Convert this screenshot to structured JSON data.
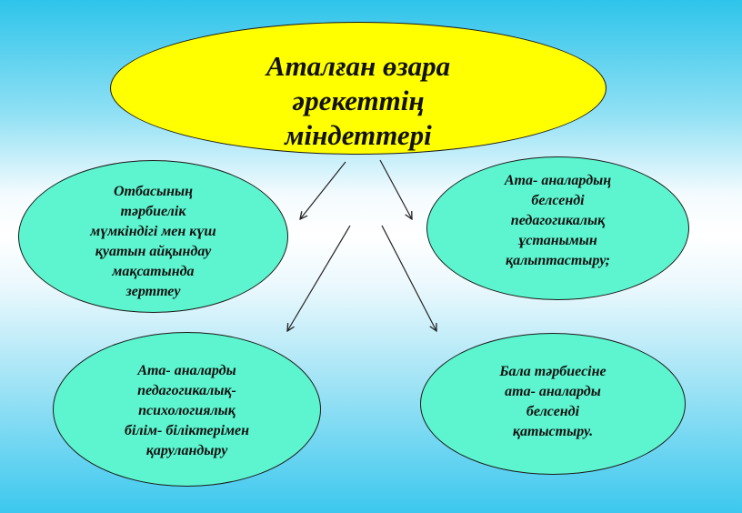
{
  "title": {
    "lines": [
      "Аталған өзара",
      "әрекеттің",
      "міндеттері"
    ]
  },
  "nodes": [
    {
      "lines": [
        "Отбасының",
        "тәрбиелік",
        "мүмкіндігі мен күш",
        "қуатын айқындау",
        "мақсатында",
        "зерттеу"
      ]
    },
    {
      "lines": [
        "Ата- аналардың",
        "белсенді",
        "педагогикалық",
        "ұстанымын",
        "қалыптастыру;"
      ]
    },
    {
      "lines": [
        "Ата- аналарды",
        "педагогикалық-",
        "психологиялық",
        "білім- біліктерімен",
        "қаруландыру"
      ]
    },
    {
      "lines": [
        "Бала тәрбиесіне",
        "ата- аналарды",
        "белсенді",
        "қатыстыру."
      ]
    }
  ],
  "colors": {
    "title_fill": "#ffff00",
    "node_fill": "#5df5cf",
    "outline": "#1a1a1a",
    "arrow": "#222222"
  }
}
